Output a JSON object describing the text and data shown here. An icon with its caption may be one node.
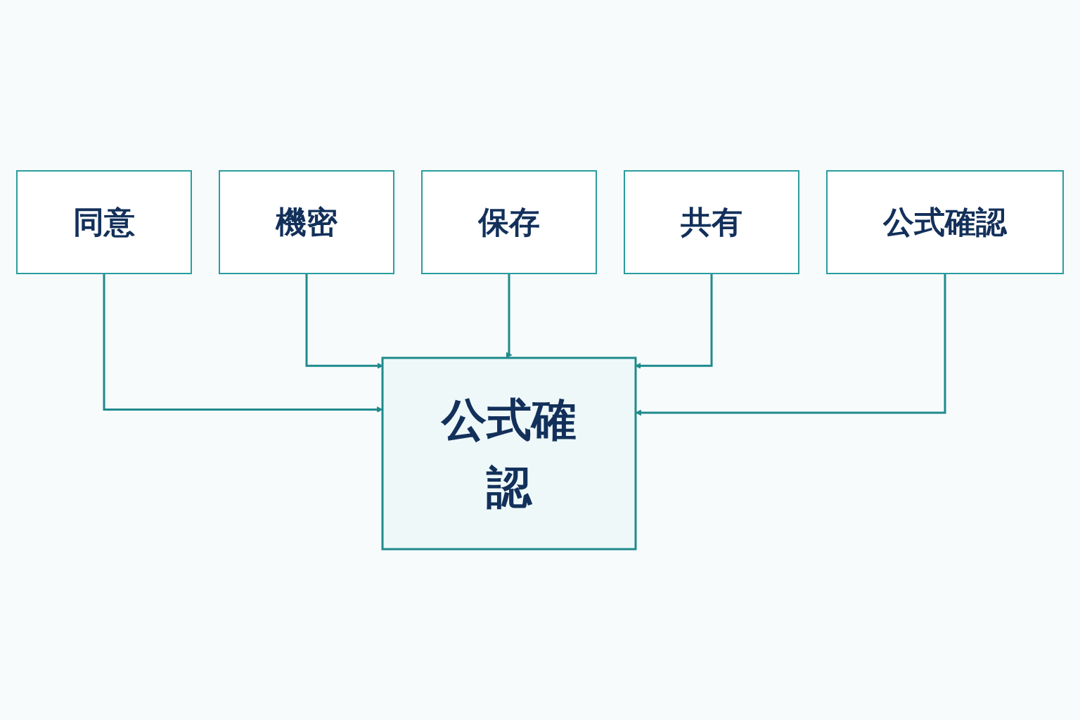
{
  "diagram": {
    "nodes": [
      {
        "text": [
          "同意"
        ]
      },
      {
        "text": [
          "機密"
        ]
      },
      {
        "text": [
          "保存"
        ]
      },
      {
        "text": [
          "共有"
        ]
      },
      {
        "text": [
          "公式確認"
        ]
      },
      {
        "text": [
          "公式確認"
        ]
      }
    ],
    "edges": [
      {
        "from": 0,
        "to": 5,
        "arrow": "to"
      },
      {
        "from": 1,
        "to": 5,
        "arrow": "to"
      },
      {
        "from": 2,
        "to": 5,
        "arrow": "to"
      },
      {
        "from": 3,
        "to": 5,
        "arrow": "to"
      },
      {
        "from": 4,
        "to": 5,
        "arrow": "to"
      }
    ]
  }
}
